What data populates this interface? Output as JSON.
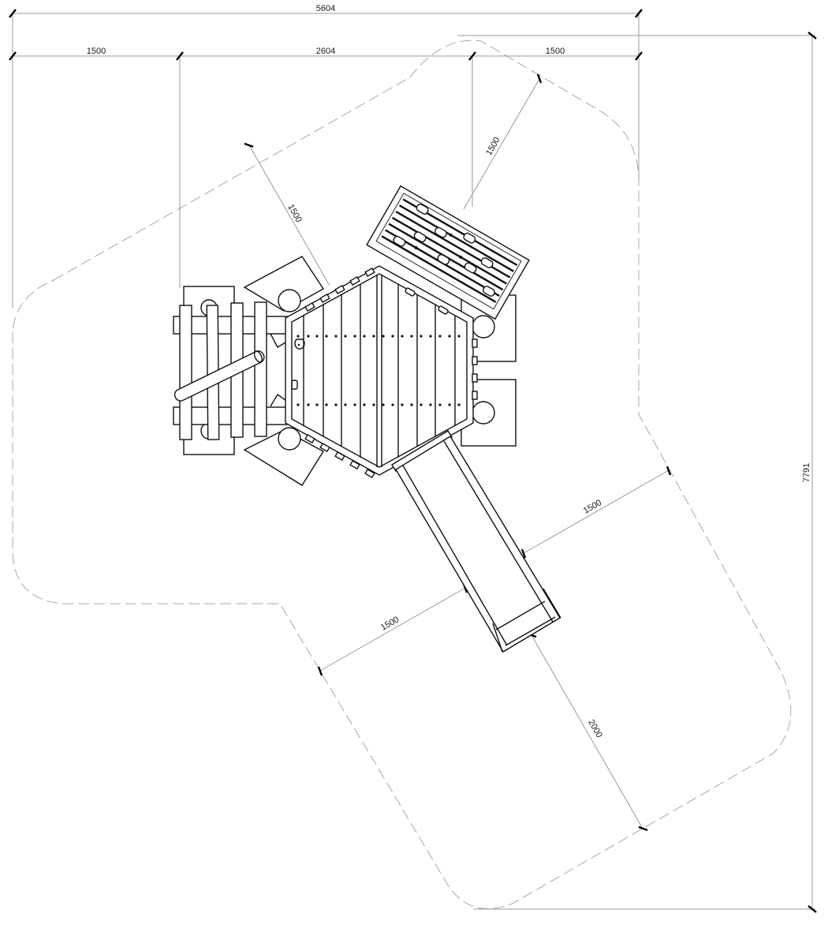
{
  "drawing": {
    "type": "playground equipment plan view with safety zone",
    "colors": {
      "object_stroke": "#111111",
      "dimension_line": "#9a9a9a",
      "safety_zone_dash": "#a8a8a8",
      "background": "#ffffff"
    },
    "dimensions": {
      "overall_width": "5604",
      "overall_height": "7791",
      "top_left_segment": "1500",
      "top_middle_segment": "2604",
      "top_right_segment": "1500",
      "left_structure_clearance": "1500",
      "climbing_wall_clearance": "1500",
      "slide_right_clearance": "1500",
      "slide_left_clearance": "1500",
      "slide_exit_clearance": "2000"
    },
    "components": [
      "hexagonal-platform",
      "ladder-with-handrail",
      "climbing-wall",
      "slide",
      "post-footings",
      "safety-zone-outline"
    ]
  }
}
